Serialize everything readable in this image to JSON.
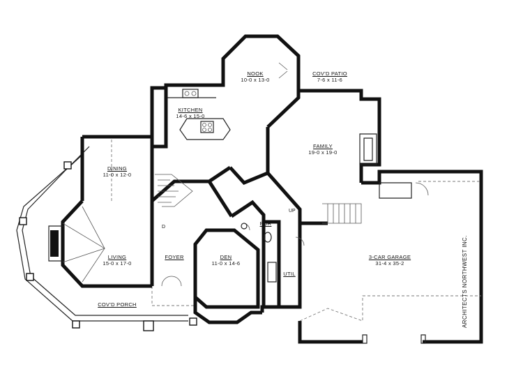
{
  "rooms": {
    "nook": {
      "name": "NOOK",
      "dims": "10-0 x 13-0"
    },
    "patio": {
      "name": "COV'D PATIO",
      "dims": "7-6 x 11-6"
    },
    "kitchen": {
      "name": "KITCHEN",
      "dims": "14-6 x 15-0"
    },
    "family": {
      "name": "FAMILY",
      "dims": "19-0 x 19-0"
    },
    "dining": {
      "name": "DINING",
      "dims": "11-0 x 12-0"
    },
    "living": {
      "name": "LIVING",
      "dims": "15-0 x 17-0"
    },
    "foyer": {
      "name": "FOYER",
      "dims": ""
    },
    "den": {
      "name": "DEN",
      "dims": "11-0 x 14-6"
    },
    "pdr": {
      "name": "PDR",
      "dims": ""
    },
    "util": {
      "name": "UTIL",
      "dims": ""
    },
    "garage": {
      "name": "3-CAR GARAGE",
      "dims": "31-4 x 35-2"
    },
    "porch": {
      "name": "COV'D PORCH",
      "dims": ""
    }
  },
  "markers": {
    "up": "UP",
    "dn": "D"
  },
  "credit": "ARCHITECTS NORTHWEST INC."
}
